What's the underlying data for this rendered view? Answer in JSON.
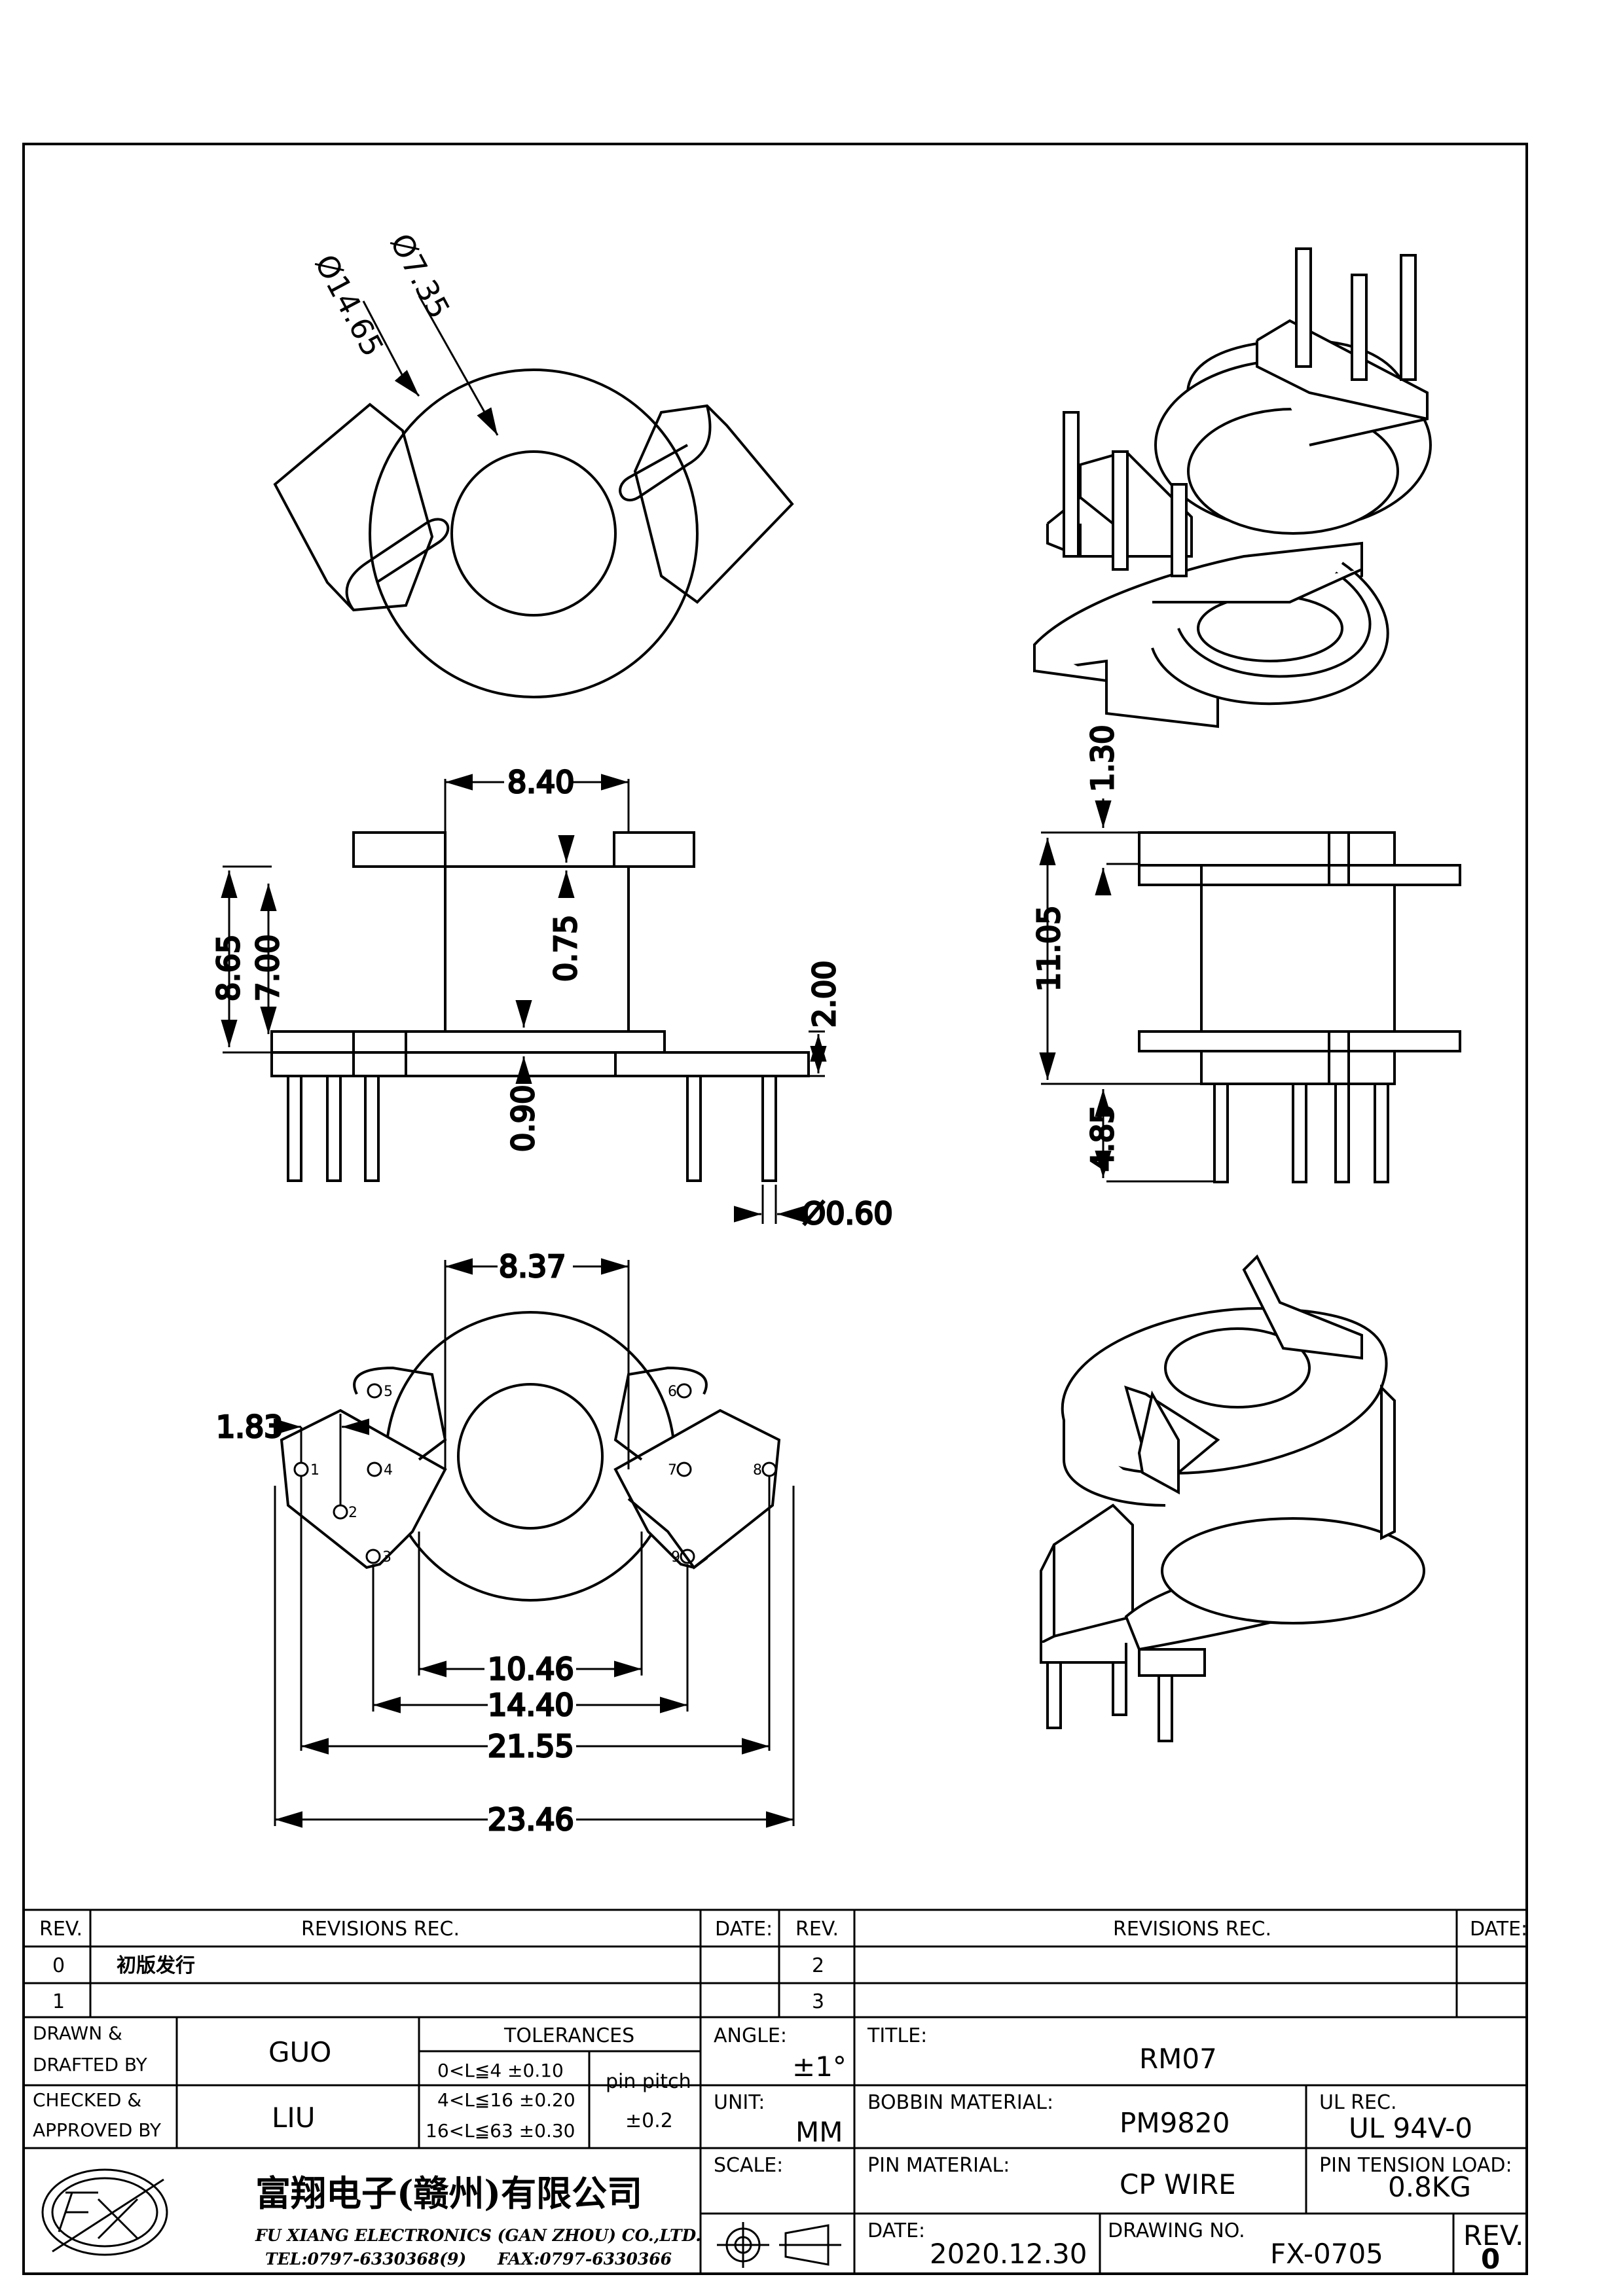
{
  "top_view": {
    "dia_inner": "Ø7.35",
    "dia_outer": "Ø14.65"
  },
  "front_view": {
    "width": "8.40",
    "height_total": "8.65",
    "height_winding": "7.00",
    "flange_top": "0.75",
    "flange_bottom": "0.90",
    "base": "2.00",
    "pin_dia": "Ø0.60"
  },
  "side_view": {
    "top": "1.30",
    "height": "11.05",
    "pin_len": "4.85"
  },
  "bottom_view": {
    "width": "8.37",
    "offset": "1.83",
    "pins": [
      "1",
      "2",
      "3",
      "4",
      "5",
      "6",
      "7",
      "8",
      "9"
    ],
    "dims": [
      "10.46",
      "14.40",
      "21.55",
      "23.46"
    ]
  },
  "title_block": {
    "rev_header": "REV.",
    "revisions_header": "REVISIONS   REC.",
    "date_header": "DATE:",
    "rev_rows": [
      {
        "rev": "0",
        "text": "初版发行"
      },
      {
        "rev": "1",
        "text": ""
      }
    ],
    "rev_rows_right": [
      {
        "rev": "2",
        "text": ""
      },
      {
        "rev": "3",
        "text": ""
      }
    ],
    "drawn_label_1": "DRAWN  &",
    "drawn_label_2": "DRAFTED  BY",
    "drawn_by": "GUO",
    "checked_label_1": "CHECKED  &",
    "checked_label_2": "APPROVED  BY",
    "checked_by": "LIU",
    "tolerances_label": "TOLERANCES",
    "tolerances": [
      "0<L≦4    ±0.10",
      "4<L≦16  ±0.20",
      "16<L≦63  ±0.30"
    ],
    "pin_pitch_label": "pin  pitch",
    "pin_pitch": "±0.2",
    "angle_label": "ANGLE:",
    "angle": "±1°",
    "unit_label": "UNIT:",
    "unit": "MM",
    "scale_label": "SCALE:",
    "title_label": "TITLE:",
    "title": "RM07",
    "bobbin_label": "BOBBIN  MATERIAL:",
    "bobbin": "PM9820",
    "ul_label": "UL  REC.",
    "ul": "UL  94V-0",
    "pin_material_label": "PIN  MATERIAL:",
    "pin_material": "CP  WIRE",
    "tension_label": "PIN  TENSION  LOAD:",
    "tension": "0.8KG",
    "date_label": "DATE:",
    "date": "2020.12.30",
    "drawing_no_label": "DRAWING  NO.",
    "drawing_no": "FX-0705",
    "rev_label": "REV.",
    "rev": "0",
    "company_cn": "富翔电子(赣州)有限公司",
    "company_en": "FU  XIANG  ELECTRONICS  (GAN  ZHOU)  CO.,LTD.",
    "tel": "TEL:0797-6330368(9)",
    "fax": "FAX:0797-6330366"
  }
}
